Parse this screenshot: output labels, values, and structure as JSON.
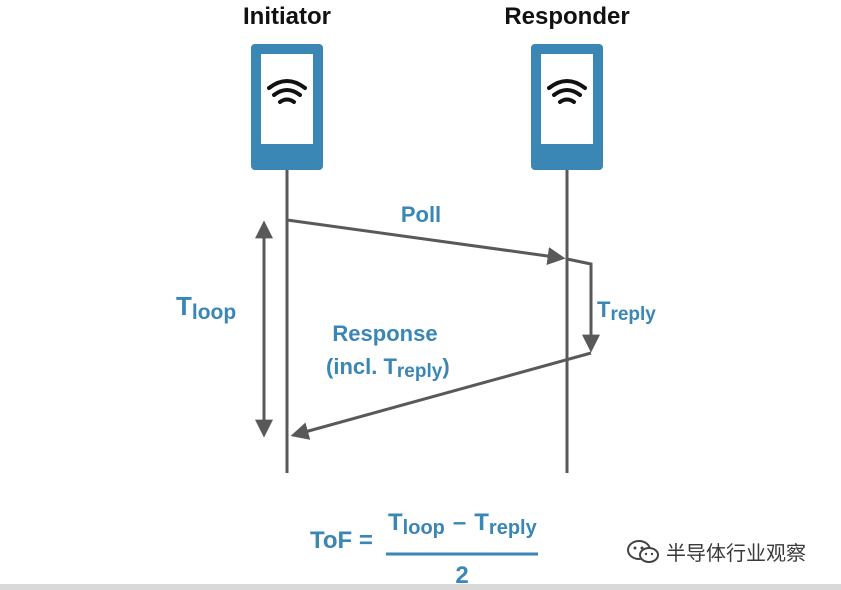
{
  "header": {
    "initiator": "Initiator",
    "responder": "Responder"
  },
  "messages": {
    "poll": "Poll",
    "response_line1": "Response",
    "response_line2_prefix": "(incl. T",
    "response_line2_sub": "reply",
    "response_line2_suffix": ")"
  },
  "labels": {
    "tloop_T": "T",
    "tloop_sub": "loop",
    "treply_T": "T",
    "treply_sub": "reply"
  },
  "formula": {
    "lhs": "ToF =",
    "num_T1": "T",
    "num_sub1": "loop",
    "minus": "–",
    "num_T2": "T",
    "num_sub2": "reply",
    "denominator": "2"
  },
  "watermark": {
    "text": "半导体行业观察",
    "icon": "wechat-icon"
  },
  "colors": {
    "device_blue": "#3a86b4",
    "line_gray": "#595959",
    "label_blue": "#3a86b4"
  }
}
